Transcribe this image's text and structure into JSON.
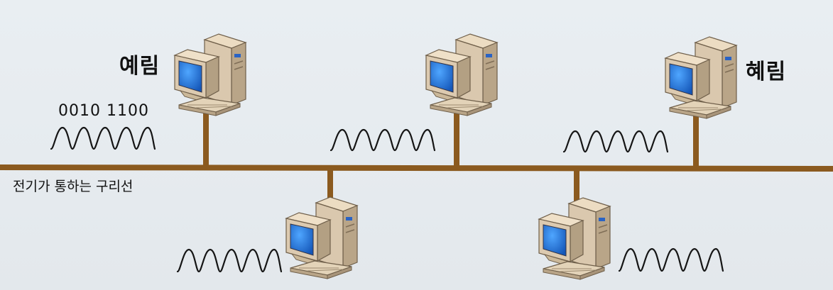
{
  "labels": {
    "sender_name": "예림",
    "receiver_name": "혜림",
    "bits": "0010 1100",
    "wire_caption": "전기가 통하는 구리선"
  },
  "colors": {
    "wire": "#8b5a1f",
    "case": "#d9c7ad",
    "case_shade": "#b7a385",
    "screen": "#1f6fd1",
    "wave": "#151515"
  },
  "icons": [
    "desktop-computer-icon",
    "signal-wave-icon"
  ]
}
